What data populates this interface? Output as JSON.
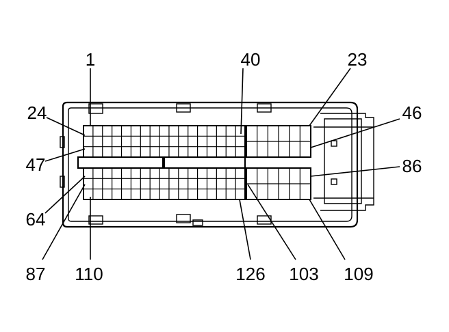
{
  "diagram": {
    "pin_labels": [
      {
        "id": "pin-1",
        "text": "1"
      },
      {
        "id": "pin-40",
        "text": "40"
      },
      {
        "id": "pin-23",
        "text": "23"
      },
      {
        "id": "pin-24",
        "text": "24"
      },
      {
        "id": "pin-46",
        "text": "46"
      },
      {
        "id": "pin-47",
        "text": "47"
      },
      {
        "id": "pin-86",
        "text": "86"
      },
      {
        "id": "pin-64",
        "text": "64"
      },
      {
        "id": "pin-87",
        "text": "87"
      },
      {
        "id": "pin-110",
        "text": "110"
      },
      {
        "id": "pin-126",
        "text": "126"
      },
      {
        "id": "pin-103",
        "text": "103"
      },
      {
        "id": "pin-109",
        "text": "109"
      }
    ]
  }
}
